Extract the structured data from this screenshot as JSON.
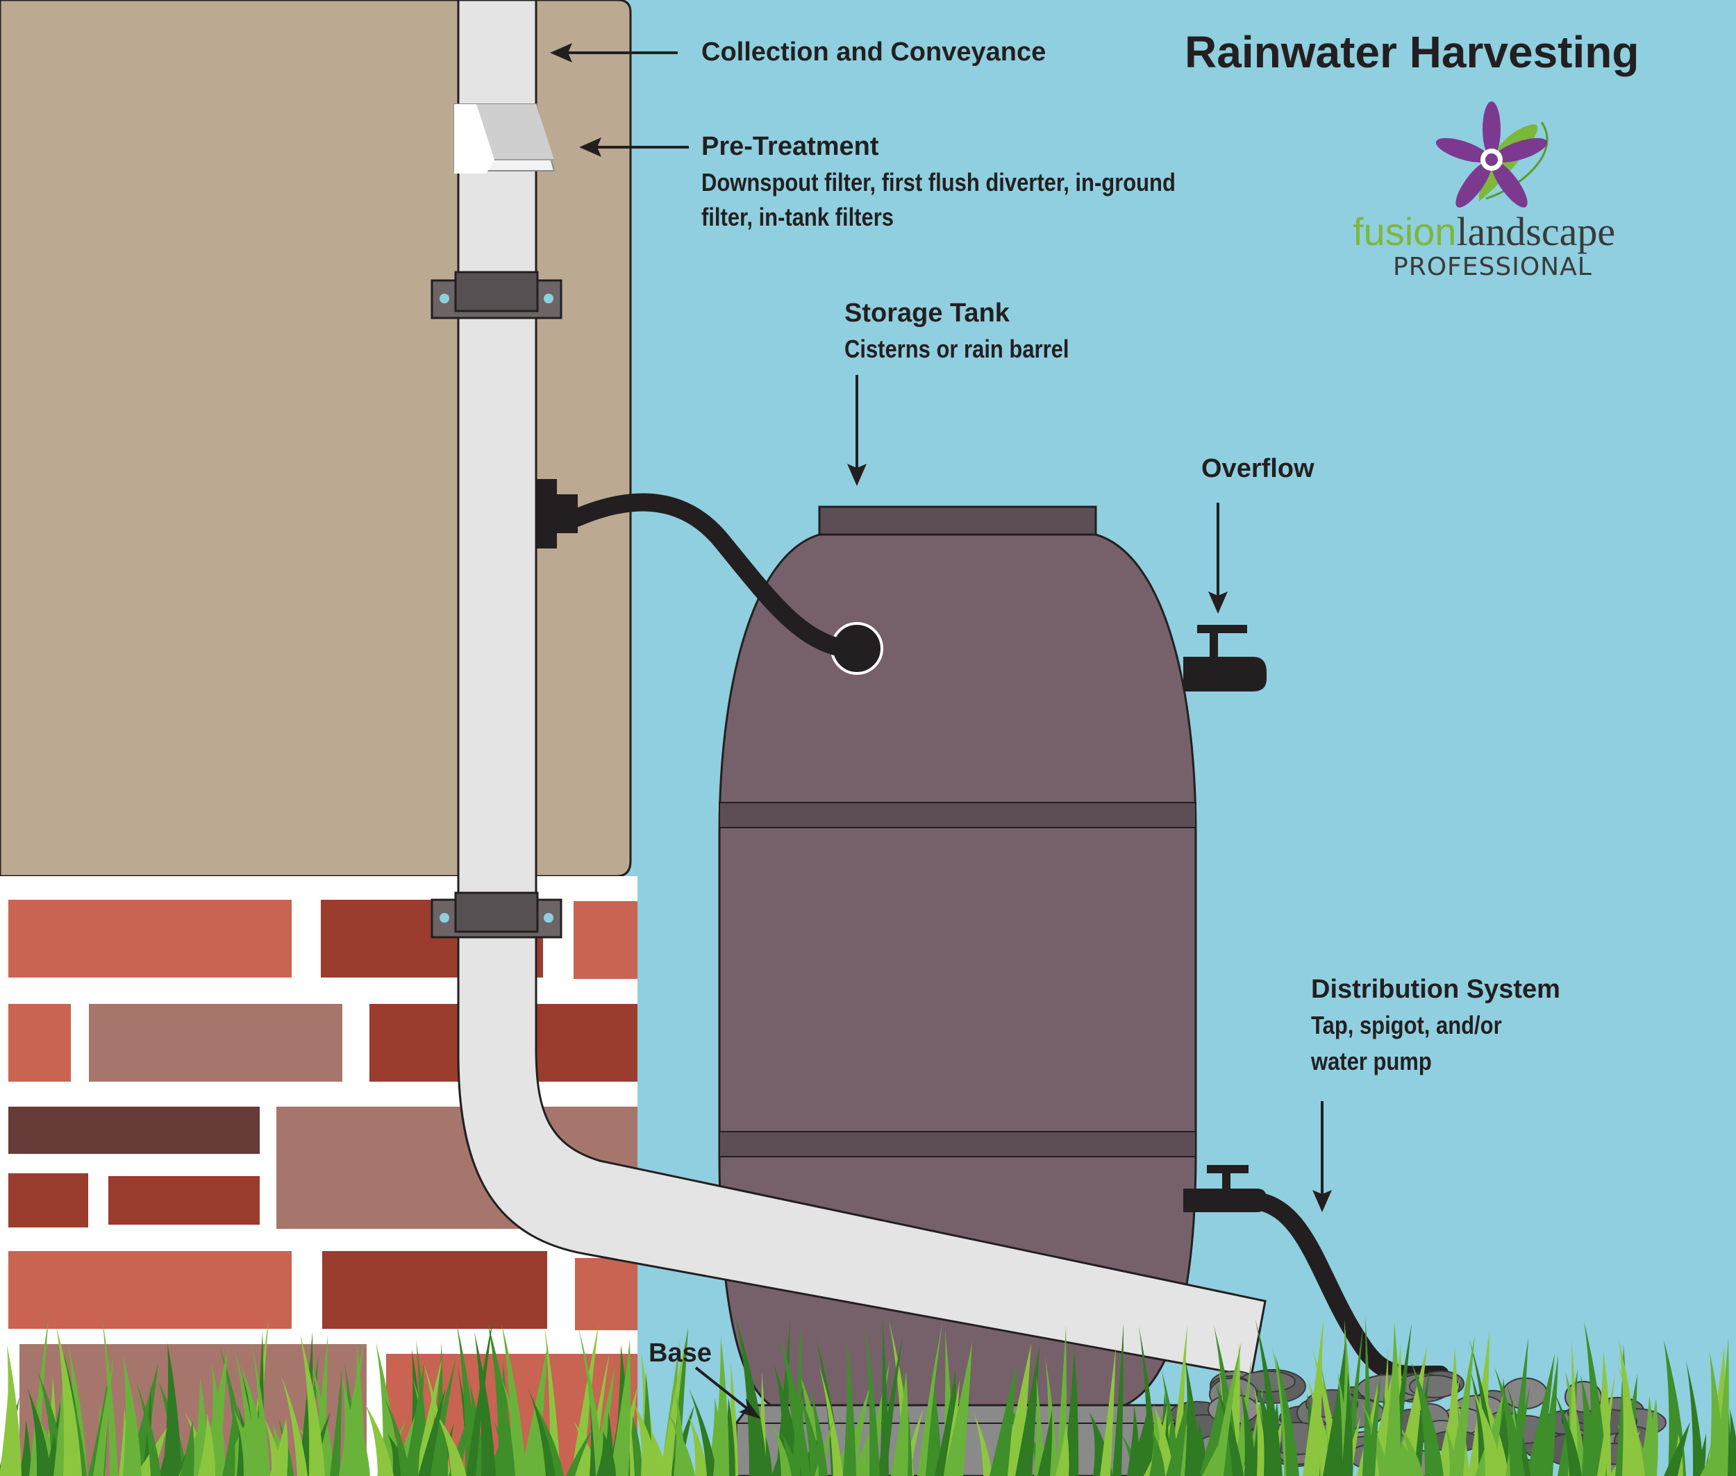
{
  "title": "Rainwater Harvesting",
  "brand": {
    "word1": "fusion",
    "word2": "landscape",
    "tagline": "PROFESSIONAL",
    "flower_color": "#7b3a8f",
    "leaf_color": "#7cb83a"
  },
  "labels": {
    "collection": {
      "head": "Collection and Conveyance"
    },
    "pretreatment": {
      "head": "Pre-Treatment",
      "line1": "Downspout filter, first flush diverter, in-ground",
      "line2": "filter, in-tank filters"
    },
    "storage": {
      "head": "Storage Tank",
      "line1": "Cisterns or rain barrel"
    },
    "overflow": {
      "head": "Overflow"
    },
    "distribution": {
      "head": "Distribution System",
      "line1": "Tap, spigot, and/or",
      "line2": "water pump"
    },
    "base": {
      "head": "Base"
    }
  },
  "colors": {
    "sky": "#8fcfdf",
    "wall": "#bba992",
    "barrel": "#76616a",
    "barrel_band": "#5d4d55",
    "pipe": "#e4e4e4",
    "hose": "#231f20",
    "grass_light": "#8cc63f",
    "grass_dark": "#3e8e2a",
    "stone": "#6e6e6e",
    "base_slab": "#8a8a8a"
  },
  "icons": [
    "arrow-icon",
    "flower-logo-icon",
    "downspout-filter-icon",
    "bracket-icon",
    "spigot-icon"
  ]
}
